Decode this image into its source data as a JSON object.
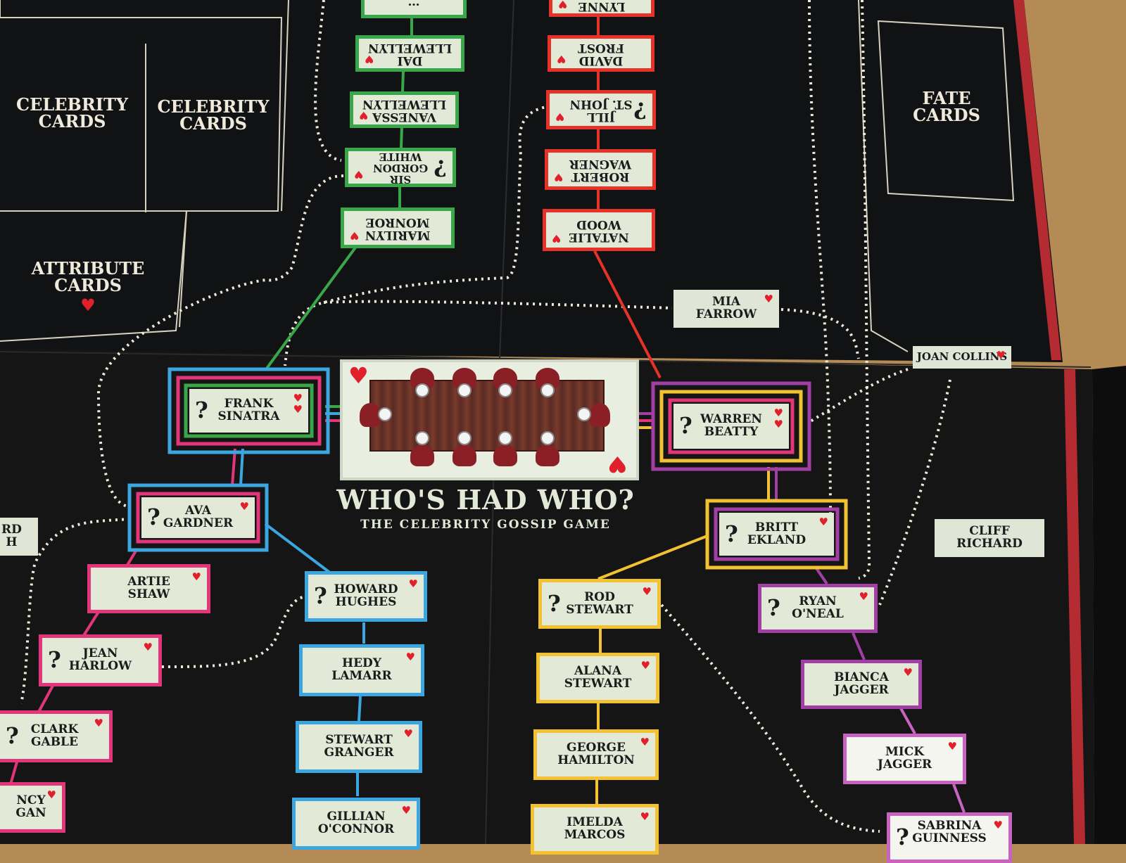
{
  "game": {
    "title": "WHO'S HAD WHO?",
    "subtitle": "THE CELEBRITY GOSSIP GAME"
  },
  "areas": {
    "celebrity_1": [
      "CELEBRITY",
      "CARDS"
    ],
    "celebrity_2": [
      "CELEBRITY",
      "CARDS"
    ],
    "attribute": [
      "ATTRIBUTE",
      "CARDS"
    ],
    "fate": [
      "FATE",
      "CARDS"
    ]
  },
  "colors": {
    "board": "#141414",
    "card": "#e2ead7",
    "heart": "#e0202b",
    "green": "#3aa64a",
    "red": "#e5332a",
    "blue": "#3ba6df",
    "pink": "#e2357a",
    "yellow": "#f2c232",
    "purple": "#a23fa4"
  },
  "upside_down": {
    "green_column": [
      "…",
      "DAI\nLLEWELLYN",
      "VANESSA\nLLEWELLYN",
      "SIR\nGORDON\nWHITE",
      "MARILYN\nMONROE"
    ],
    "red_column": [
      "LYNNE",
      "DAVID\nFROST",
      "JILL\nST. JOHN",
      "ROBERT\nWAGNER",
      "NATALIE\nWOOD"
    ]
  },
  "celebrities": {
    "frank_sinatra": "FRANK\nSINATRA",
    "warren_beatty": "WARREN\nBEATTY",
    "ava_gardner": "AVA\nGARDNER",
    "artie_shaw": "ARTIE\nSHAW",
    "jean_harlow": "JEAN\nHARLOW",
    "clark_gable": "CLARK\nGABLE",
    "nancy_regan": "NCY\nGAN",
    "howard_hughes": "HOWARD\nHUGHES",
    "hedy_lamarr": "HEDY\nLAMARR",
    "stewart_granger": "STEWART\nGRANGER",
    "gillian_oconnor": "GILLIAN\nO'CONNOR",
    "britt_ekland": "BRITT\nEKLAND",
    "rod_stewart": "ROD\nSTEWART",
    "alana_stewart": "ALANA\nSTEWART",
    "george_hamilton": "GEORGE\nHAMILTON",
    "imelda_marcos": "IMELDA\nMARCOS",
    "ryan_oneal": "RYAN\nO'NEAL",
    "bianca_jagger": "BIANCA\nJAGGER",
    "mick_jagger": "MICK\nJAGGER",
    "sabrina_guinness": "SABRINA\nGUINNESS",
    "mia_farrow": "MIA\nFARROW",
    "joan_collins": "JOAN COLLINS",
    "cliff_richard": "CLIFF RICHARD",
    "edge_left": "RD\nH"
  },
  "icons": {
    "heart": "♥",
    "question": "?"
  }
}
